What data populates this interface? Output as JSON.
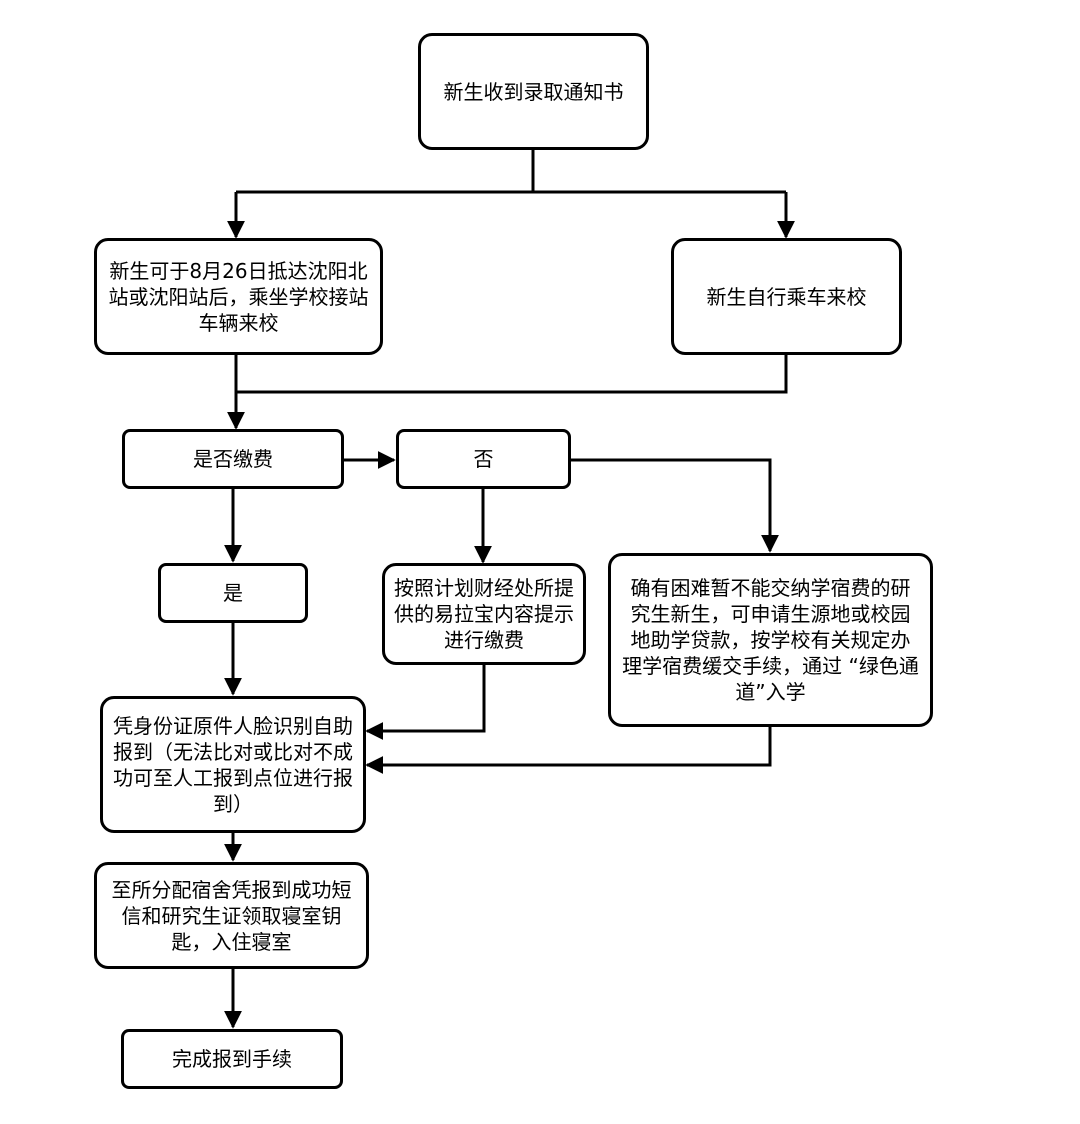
{
  "nodes": {
    "start": "新生收到录取通知书",
    "school_shuttle": "新生可于8月26日抵达沈阳北站或沈阳站后，乘坐学校接站车辆来校",
    "self_travel": "新生自行乘车来校",
    "paid_question": "是否缴费",
    "no": "否",
    "yes": "是",
    "pay_guide": "按照计划财经处所提供的易拉宝内容提示进行缴费",
    "green_channel": "确有困难暂不能交纳学宿费的研究生新生，可申请生源地或校园地助学贷款，按学校有关规定办理学宿费缓交手续，通过 “绿色通道”入学",
    "face_checkin": "凭身份证原件人脸识别自助报到（无法比对或比对不成功可至人工报到点位进行报到）",
    "dorm": "至所分配宿舍凭报到成功短信和研究生证领取寝室钥匙，入住寝室",
    "done": "完成报到手续"
  },
  "colors": {
    "line": "#000000",
    "fill": "#ffffff"
  }
}
